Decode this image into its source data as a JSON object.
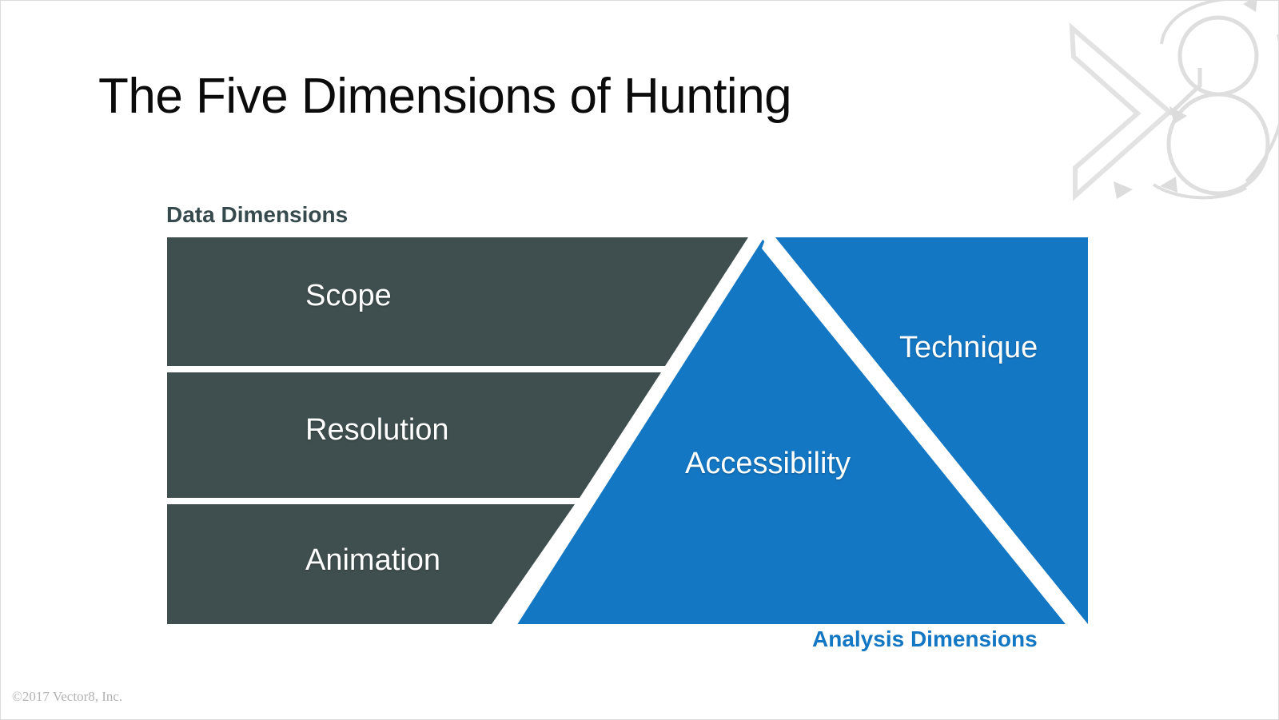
{
  "slide": {
    "title": "The Five Dimensions of Hunting",
    "copyright": "©2017 Vector8, Inc.",
    "logo_name": "vector8-logo"
  },
  "colors": {
    "dark_slate": "#3f4e4e",
    "accent_blue": "#1377c4",
    "background": "#ffffff",
    "title_text": "#0b0b0b",
    "data_caption": "#36494c",
    "analysis_caption": "#1377c4",
    "shape_label": "#ffffff",
    "copyright_text": "#b3b3b3",
    "logo_gray": "#e0e0e0",
    "slide_border": "#dcdcdc"
  },
  "diagram": {
    "data_axis_caption": "Data Dimensions",
    "analysis_axis_caption": "Analysis Dimensions",
    "data_dimensions": [
      {
        "label": "Scope"
      },
      {
        "label": "Resolution"
      },
      {
        "label": "Animation"
      }
    ],
    "analysis_dimensions": [
      {
        "label": "Accessibility"
      },
      {
        "label": "Technique"
      }
    ]
  },
  "chart_data": {
    "type": "diagram",
    "title": "The Five Dimensions of Hunting",
    "categories": [
      "Scope",
      "Resolution",
      "Animation",
      "Accessibility",
      "Technique"
    ],
    "groups": [
      {
        "name": "Data Dimensions",
        "color": "#3f4e4e",
        "items": [
          "Scope",
          "Resolution",
          "Animation"
        ]
      },
      {
        "name": "Analysis Dimensions",
        "color": "#1377c4",
        "items": [
          "Accessibility",
          "Technique"
        ]
      }
    ],
    "annotations": [
      "Data Dimensions",
      "Analysis Dimensions"
    ]
  }
}
